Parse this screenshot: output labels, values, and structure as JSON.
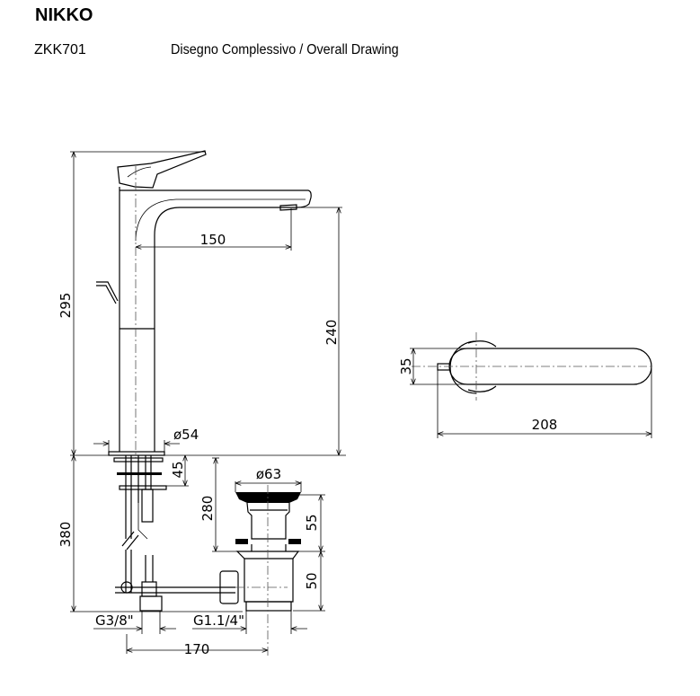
{
  "header": {
    "title": "NIKKO",
    "code": "ZKK701",
    "subtitle": "Disegno Complessivo / Overall Drawing"
  },
  "dimensions": {
    "total_height": "295",
    "spout_reach": "150",
    "spout_height": "240",
    "base_diameter": "ø54",
    "mount_thickness": "45",
    "hose_length": "380",
    "waste_length": "280",
    "waste_diameter": "ø63",
    "waste_upper": "55",
    "waste_lower": "50",
    "supply_thread": "G3/8\"",
    "waste_thread": "G1.1/4\"",
    "center_distance": "170",
    "top_width": "35",
    "top_length": "208"
  }
}
